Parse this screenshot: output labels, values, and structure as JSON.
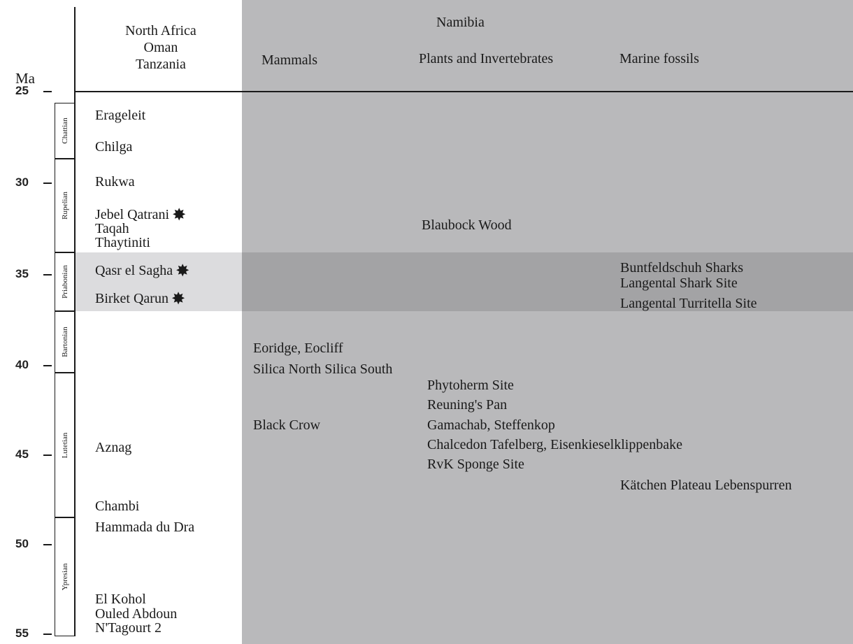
{
  "axis": {
    "unit": "Ma",
    "ticks": [
      "25",
      "30",
      "35",
      "40",
      "45",
      "50",
      "55"
    ]
  },
  "stages": [
    "Chattian",
    "Rupelian",
    "Priabonian",
    "Bartonian",
    "Lutetian",
    "Ypresian"
  ],
  "headers": {
    "north_africa": [
      "North Africa",
      "Oman",
      "Tanzania"
    ],
    "namibia": "Namibia",
    "mammals": "Mammals",
    "plants": "Plants and Invertebrates",
    "marine": "Marine fossils"
  },
  "north_africa_sites": [
    "Erageleit",
    "Chilga",
    "Rukwa",
    "Jebel Qatrani",
    "Taqah",
    "Thaytiniti",
    "Qasr el Sagha",
    "Birket Qarun",
    "Aznag",
    "Chambi",
    "Hammada du Dra",
    "El Kohol",
    "Ouled Abdoun",
    "N'Tagourt 2"
  ],
  "star_glyph": "✸",
  "namibia_sites": {
    "plants_top": "Blaubock Wood",
    "marine": [
      "Buntfeldschuh Sharks",
      "Langental Shark Site",
      "Langental Turritella Site",
      "Kätchen Plateau Lebenspurren"
    ],
    "mammals": [
      "Eoridge, Eocliff",
      "Silica North  Silica South",
      "Black Crow"
    ],
    "plants": [
      "Phytoherm Site",
      "Reuning's Pan",
      "Gamachab, Steffenkop",
      "Chalcedon Tafelberg, Eisenkieselklippenbake",
      "RvK Sponge Site"
    ]
  },
  "colors": {
    "panel_gray": "#b9b9bb",
    "band_dark": "#a3a3a5",
    "band_light": "#dcdcde"
  }
}
